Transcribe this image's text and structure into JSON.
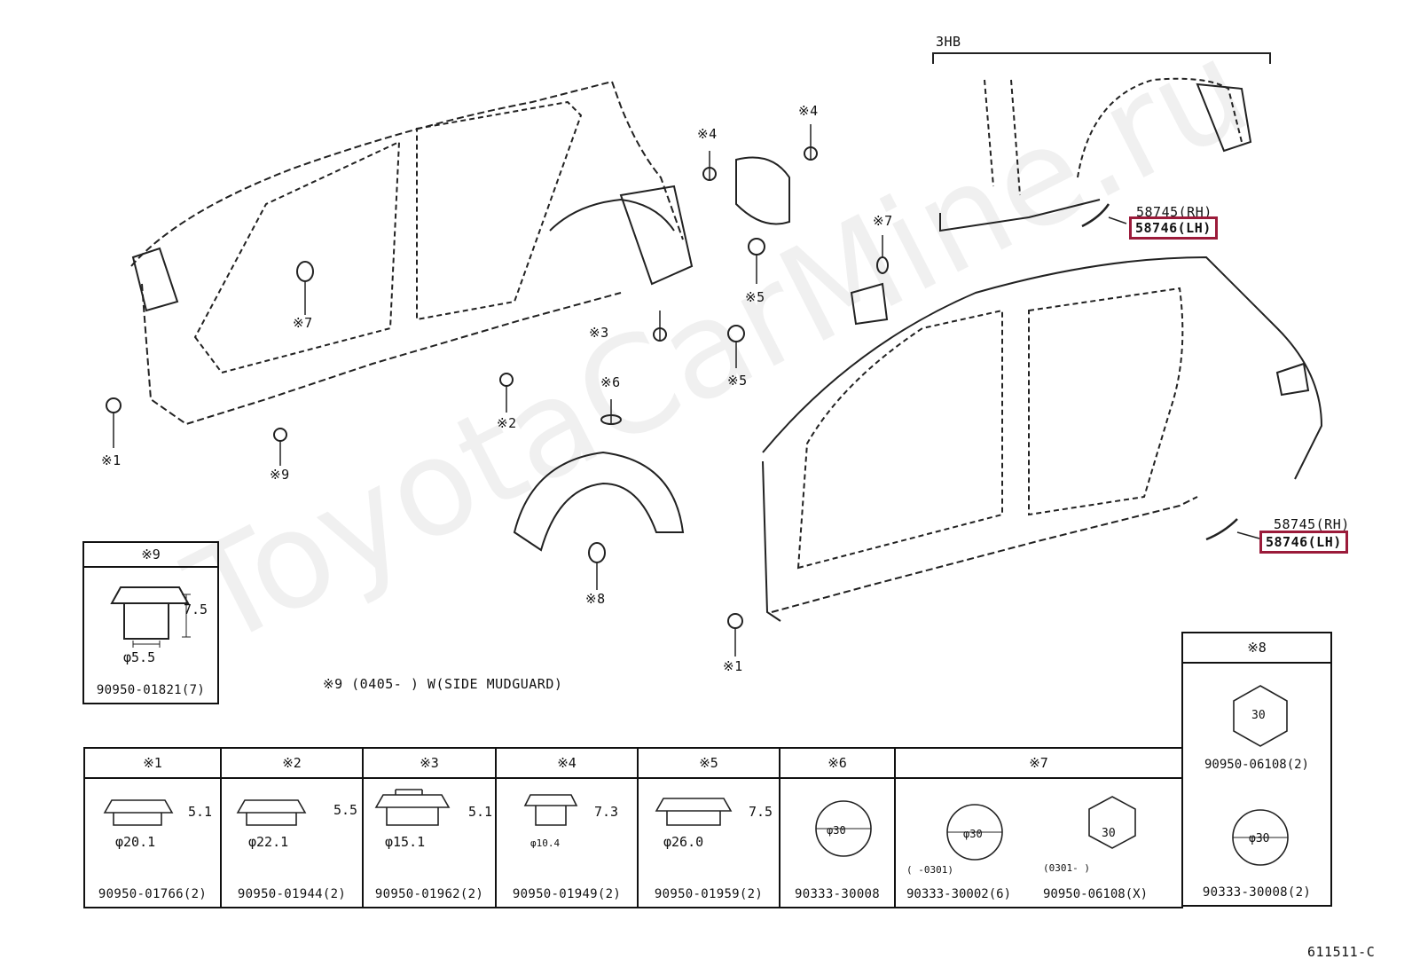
{
  "watermark": "ToyotaCarMine.ru",
  "variant_label": "3HB",
  "callouts": {
    "c1a": "※1",
    "c1b": "※1",
    "c2": "※2",
    "c3": "※3",
    "c4a": "※4",
    "c4b": "※4",
    "c5a": "※5",
    "c5b": "※5",
    "c6": "※6",
    "c7a": "※7",
    "c7b": "※7",
    "c8": "※8",
    "c9": "※9"
  },
  "parts_top": {
    "rh": "58745(RH)",
    "lh": "58746(LH)"
  },
  "parts_bottom": {
    "rh": "58745(RH)",
    "lh": "58746(LH)"
  },
  "note9": "※9 (0405-      ) W(SIDE MUDGUARD)",
  "clip9_box": {
    "header": "※9",
    "dim_h": "7.5",
    "dim_d": "φ5.5",
    "part": "90950-01821(7)"
  },
  "clip8_box": {
    "header": "※8",
    "hex_size": "30",
    "hex_part": "90950-06108(2)",
    "circle_size": "φ30",
    "circle_part": "90333-30008(2)"
  },
  "table": [
    {
      "header": "※1",
      "dim_h": "5.1",
      "dim_d": "φ20.1",
      "part": "90950-01766(2)"
    },
    {
      "header": "※2",
      "dim_h": "5.5",
      "dim_d": "φ22.1",
      "part": "90950-01944(2)"
    },
    {
      "header": "※3",
      "dim_h": "5.1",
      "dim_d": "φ15.1",
      "part": "90950-01962(2)"
    },
    {
      "header": "※4",
      "dim_h": "7.3",
      "dim_d": "φ10.4",
      "part": "90950-01949(2)"
    },
    {
      "header": "※5",
      "dim_h": "7.5",
      "dim_d": "φ26.0",
      "part": "90950-01959(2)"
    },
    {
      "header": "※6",
      "dim_d": "φ30",
      "part": "90333-30008"
    }
  ],
  "table7": {
    "header": "※7",
    "left": {
      "size": "φ30",
      "range": "(      -0301)",
      "part": "90333-30002(6)"
    },
    "right": {
      "size": "30",
      "range": "(0301-      )",
      "part": "90950-06108(X)"
    }
  },
  "diagram_id": "611511-C"
}
